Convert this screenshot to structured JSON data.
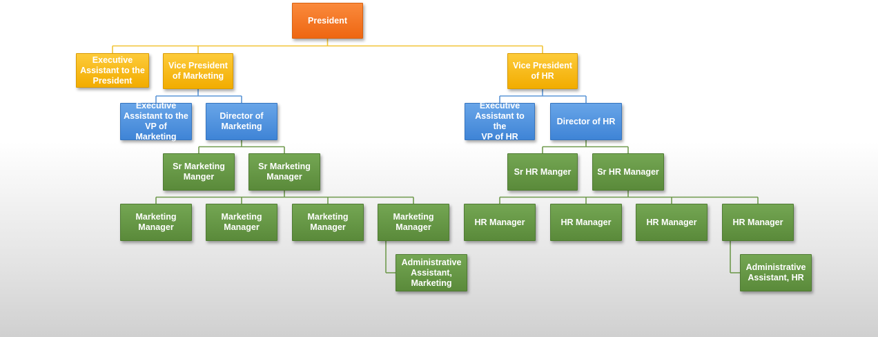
{
  "colors": {
    "orange": "#f0701a",
    "yellow": "#f5b400",
    "blue": "#4a8fdc",
    "green": "#62943f",
    "line_yellow": "#f2c434",
    "line_blue": "#5c95d6",
    "line_green": "#6f9a4d"
  },
  "nodes": [
    {
      "id": "president",
      "label": "President",
      "color": "orange"
    },
    {
      "id": "ea_president",
      "label": "Executive\nAssistant to the\nPresident",
      "color": "yellow"
    },
    {
      "id": "vp_marketing",
      "label": "Vice President\nof Marketing",
      "color": "yellow"
    },
    {
      "id": "vp_hr",
      "label": "Vice President\nof HR",
      "color": "yellow"
    },
    {
      "id": "ea_vp_marketing",
      "label": "Executive\nAssistant to the\nVP of Marketing",
      "color": "blue"
    },
    {
      "id": "dir_marketing",
      "label": "Director of\nMarketing",
      "color": "blue"
    },
    {
      "id": "ea_vp_hr",
      "label": "Executive\nAssistant to the\nVP of HR",
      "color": "blue"
    },
    {
      "id": "dir_hr",
      "label": "Director of HR",
      "color": "blue"
    },
    {
      "id": "sr_mkt_1",
      "label": "Sr Marketing\nManger",
      "color": "green"
    },
    {
      "id": "sr_mkt_2",
      "label": "Sr Marketing\nManager",
      "color": "green"
    },
    {
      "id": "sr_hr_1",
      "label": "Sr HR Manger",
      "color": "green"
    },
    {
      "id": "sr_hr_2",
      "label": "Sr HR Manager",
      "color": "green"
    },
    {
      "id": "mkt_mgr_1",
      "label": "Marketing\nManager",
      "color": "green"
    },
    {
      "id": "mkt_mgr_2",
      "label": "Marketing\nManager",
      "color": "green"
    },
    {
      "id": "mkt_mgr_3",
      "label": "Marketing\nManager",
      "color": "green"
    },
    {
      "id": "mkt_mgr_4",
      "label": "Marketing\nManager",
      "color": "green"
    },
    {
      "id": "hr_mgr_1",
      "label": "HR Manager",
      "color": "green"
    },
    {
      "id": "hr_mgr_2",
      "label": "HR Manager",
      "color": "green"
    },
    {
      "id": "hr_mgr_3",
      "label": "HR Manager",
      "color": "green"
    },
    {
      "id": "hr_mgr_4",
      "label": "HR Manager",
      "color": "green"
    },
    {
      "id": "admin_mkt",
      "label": "Administrative\nAssistant,\nMarketing",
      "color": "green"
    },
    {
      "id": "admin_hr",
      "label": "Administrative\nAssistant, HR",
      "color": "green"
    }
  ],
  "edges": [
    {
      "from": "president",
      "to": [
        "ea_president",
        "vp_marketing",
        "vp_hr"
      ],
      "color": "line_yellow"
    },
    {
      "from": "vp_marketing",
      "to": [
        "ea_vp_marketing",
        "dir_marketing"
      ],
      "color": "line_blue"
    },
    {
      "from": "vp_hr",
      "to": [
        "ea_vp_hr",
        "dir_hr"
      ],
      "color": "line_blue"
    },
    {
      "from": "dir_marketing",
      "to": [
        "sr_mkt_1",
        "sr_mkt_2"
      ],
      "color": "line_green"
    },
    {
      "from": "dir_hr",
      "to": [
        "sr_hr_1",
        "sr_hr_2"
      ],
      "color": "line_green"
    },
    {
      "from": "sr_mkt_2",
      "to": [
        "mkt_mgr_1",
        "mkt_mgr_2",
        "mkt_mgr_3",
        "mkt_mgr_4"
      ],
      "color": "line_green"
    },
    {
      "from": "sr_hr_2",
      "to": [
        "hr_mgr_1",
        "hr_mgr_2",
        "hr_mgr_3",
        "hr_mgr_4"
      ],
      "color": "line_green"
    },
    {
      "from": "mkt_mgr_4",
      "to": [
        "admin_mkt"
      ],
      "color": "line_green",
      "style": "side"
    },
    {
      "from": "hr_mgr_4",
      "to": [
        "admin_hr"
      ],
      "color": "line_green",
      "style": "side"
    }
  ]
}
